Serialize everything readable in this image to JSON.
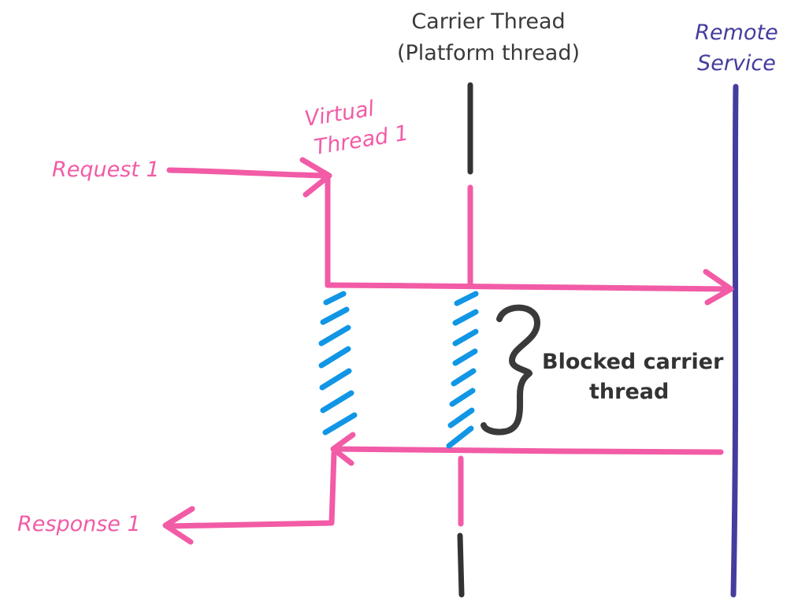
{
  "labels": {
    "carrier_thread_line1": "Carrier Thread",
    "carrier_thread_line2": "(Platform thread)",
    "remote_service_line1": "Remote",
    "remote_service_line2": "Service",
    "virtual_thread_line1": "Virtual",
    "virtual_thread_line2": "Thread 1",
    "request": "Request 1",
    "response": "Response 1",
    "blocked_line1": "Blocked carrier",
    "blocked_line2": "thread"
  },
  "colors": {
    "virtual_thread": "#f25ba6",
    "carrier_thread": "#333333",
    "remote_service": "#443d9e",
    "blocked_hatch": "#1196e6",
    "brace": "#3a3a3a"
  }
}
